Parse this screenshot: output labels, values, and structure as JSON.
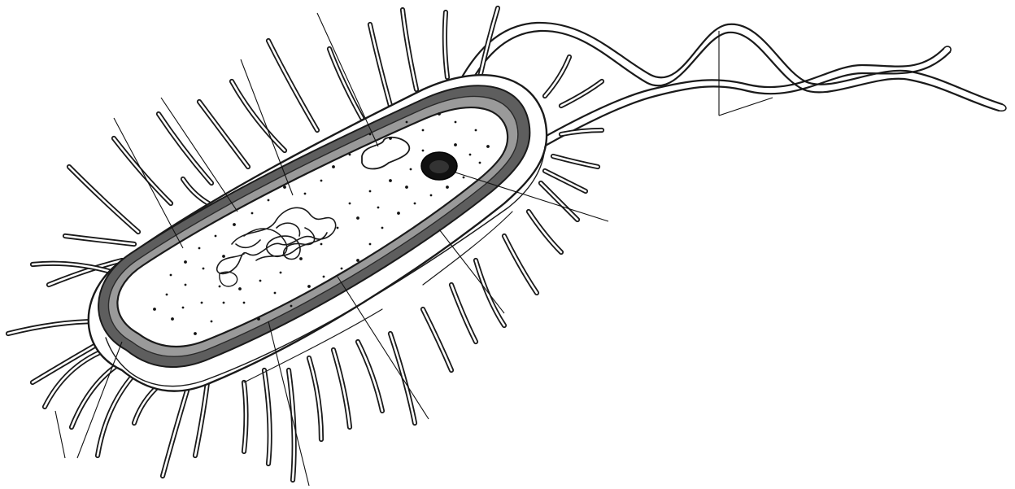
{
  "diagram": {
    "subject": "bacterial-cell",
    "parts": [
      {
        "id": "pili",
        "icon": "pilus-icon"
      },
      {
        "id": "flagellum",
        "icon": "flagellum-icon"
      },
      {
        "id": "capsule",
        "icon": "capsule-icon"
      },
      {
        "id": "cell-wall",
        "icon": "cell-wall-icon"
      },
      {
        "id": "plasma-membrane",
        "icon": "membrane-icon"
      },
      {
        "id": "cytoplasm",
        "icon": "cytoplasm-icon"
      },
      {
        "id": "ribosomes",
        "icon": "ribosome-icon"
      },
      {
        "id": "nucleoid",
        "icon": "dna-icon"
      },
      {
        "id": "plasmid",
        "icon": "plasmid-icon"
      },
      {
        "id": "inclusion-body",
        "icon": "granule-icon"
      }
    ],
    "label_count_visible": 0,
    "colors": {
      "ink": "#1a1a1a",
      "background": "#ffffff",
      "wall": "#6b6b6b"
    }
  }
}
